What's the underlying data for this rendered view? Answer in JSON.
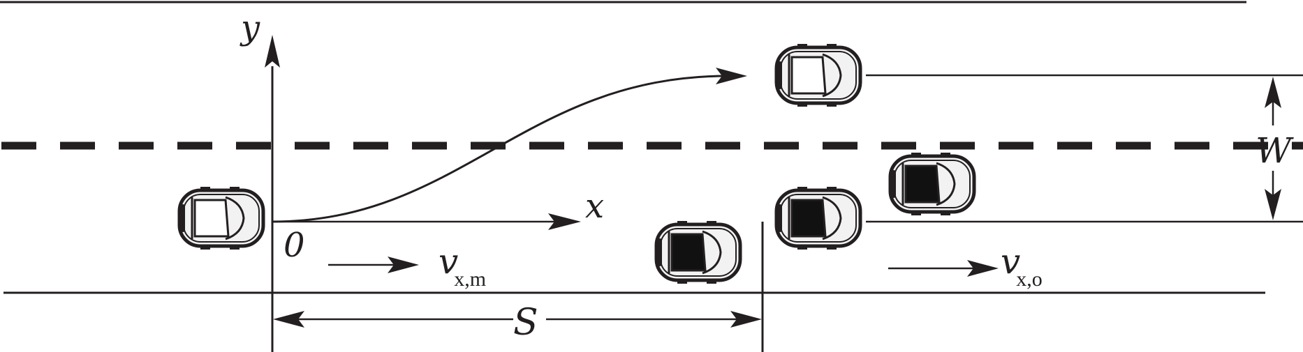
{
  "labels": {
    "y_axis": "y",
    "x_axis": "x",
    "origin": "0",
    "width": "W",
    "distance": "S",
    "v_merge": {
      "base": "v",
      "sub": "x,m"
    },
    "v_other": {
      "base": "v",
      "sub": "x,o"
    }
  },
  "colors": {
    "ink": "#231f20",
    "car_body": "#f2f2f2",
    "car_dark": "#111111",
    "background": "#ffffff"
  },
  "cars": [
    {
      "id": "ego-start",
      "style": "light"
    },
    {
      "id": "ego-target",
      "style": "light"
    },
    {
      "id": "lag-car",
      "style": "dark"
    },
    {
      "id": "lead-car",
      "style": "dark"
    },
    {
      "id": "upper-lane-car",
      "style": "dark"
    }
  ],
  "icons": {
    "car": "car-icon",
    "arrow": "arrow-icon"
  }
}
